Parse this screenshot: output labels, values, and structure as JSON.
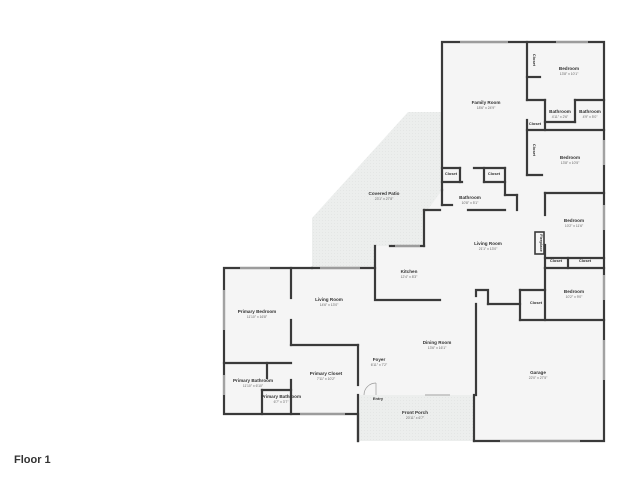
{
  "floor_label": "Floor 1",
  "colors": {
    "wall": "#3a3a3a",
    "floor": "#f5f5f5",
    "patio": "#e9ebea",
    "label": "#333333",
    "dim": "#666666"
  },
  "rooms": [
    {
      "id": "family-room",
      "name": "Family Room",
      "dim": "18'6\" x 24'9\""
    },
    {
      "id": "bedroom-1",
      "name": "Bedroom",
      "dim": "13'8\" x 10'1\""
    },
    {
      "id": "closet-top",
      "name": "Closet",
      "dim": ""
    },
    {
      "id": "bathroom-1",
      "name": "Bathroom",
      "dim": "4'11\" x 2'6\""
    },
    {
      "id": "bathroom-2",
      "name": "Bathroom",
      "dim": "4'9\" x 5'0\""
    },
    {
      "id": "closet-mid",
      "name": "Closet",
      "dim": ""
    },
    {
      "id": "closet-vert",
      "name": "Closet",
      "dim": ""
    },
    {
      "id": "bedroom-2",
      "name": "Bedroom",
      "dim": "13'8\" x 10'5\""
    },
    {
      "id": "covered-patio",
      "name": "Covered Patio",
      "dim": "23'1\" x 27'8\""
    },
    {
      "id": "closet-a",
      "name": "Closet",
      "dim": ""
    },
    {
      "id": "closet-b",
      "name": "Closet",
      "dim": ""
    },
    {
      "id": "bathroom-3",
      "name": "Bathroom",
      "dim": "10'8\" x 5'1\""
    },
    {
      "id": "bedroom-3",
      "name": "Bedroom",
      "dim": "10'2\" x 11'6\""
    },
    {
      "id": "fireplace",
      "name": "Fireplace",
      "dim": ""
    },
    {
      "id": "living-room-1",
      "name": "Living Room",
      "dim": "21'1\" x 13'0\""
    },
    {
      "id": "closet-c",
      "name": "Closet",
      "dim": ""
    },
    {
      "id": "closet-d",
      "name": "Closet",
      "dim": ""
    },
    {
      "id": "kitchen",
      "name": "Kitchen",
      "dim": "12'4\" x 8'3\""
    },
    {
      "id": "bedroom-4",
      "name": "Bedroom",
      "dim": "10'2\" x 9'0\""
    },
    {
      "id": "closet-e",
      "name": "Closet",
      "dim": ""
    },
    {
      "id": "primary-bedroom",
      "name": "Primary Bedroom",
      "dim": "11'10\" x 16'8\""
    },
    {
      "id": "living-room-2",
      "name": "Living Room",
      "dim": "14'6\" x 13'0\""
    },
    {
      "id": "dining-room",
      "name": "Dining Room",
      "dim": "13'6\" x 16'1\""
    },
    {
      "id": "garage",
      "name": "Garage",
      "dim": "22'0\" x 27'5\""
    },
    {
      "id": "primary-closet",
      "name": "Primary Closet",
      "dim": "7'11\" x 10'2\""
    },
    {
      "id": "foyer",
      "name": "Foyer",
      "dim": "6'11\" x 7'2\""
    },
    {
      "id": "primary-bathroom-1",
      "name": "Primary Bathroom",
      "dim": "11'10\" x 6'10\""
    },
    {
      "id": "primary-bathroom-2",
      "name": "Primary Bathroom",
      "dim": "6'7\" x 3'7\""
    },
    {
      "id": "entry",
      "name": "Entry",
      "dim": ""
    },
    {
      "id": "front-porch",
      "name": "Front Porch",
      "dim": "20'11\" x 6'7\""
    }
  ]
}
